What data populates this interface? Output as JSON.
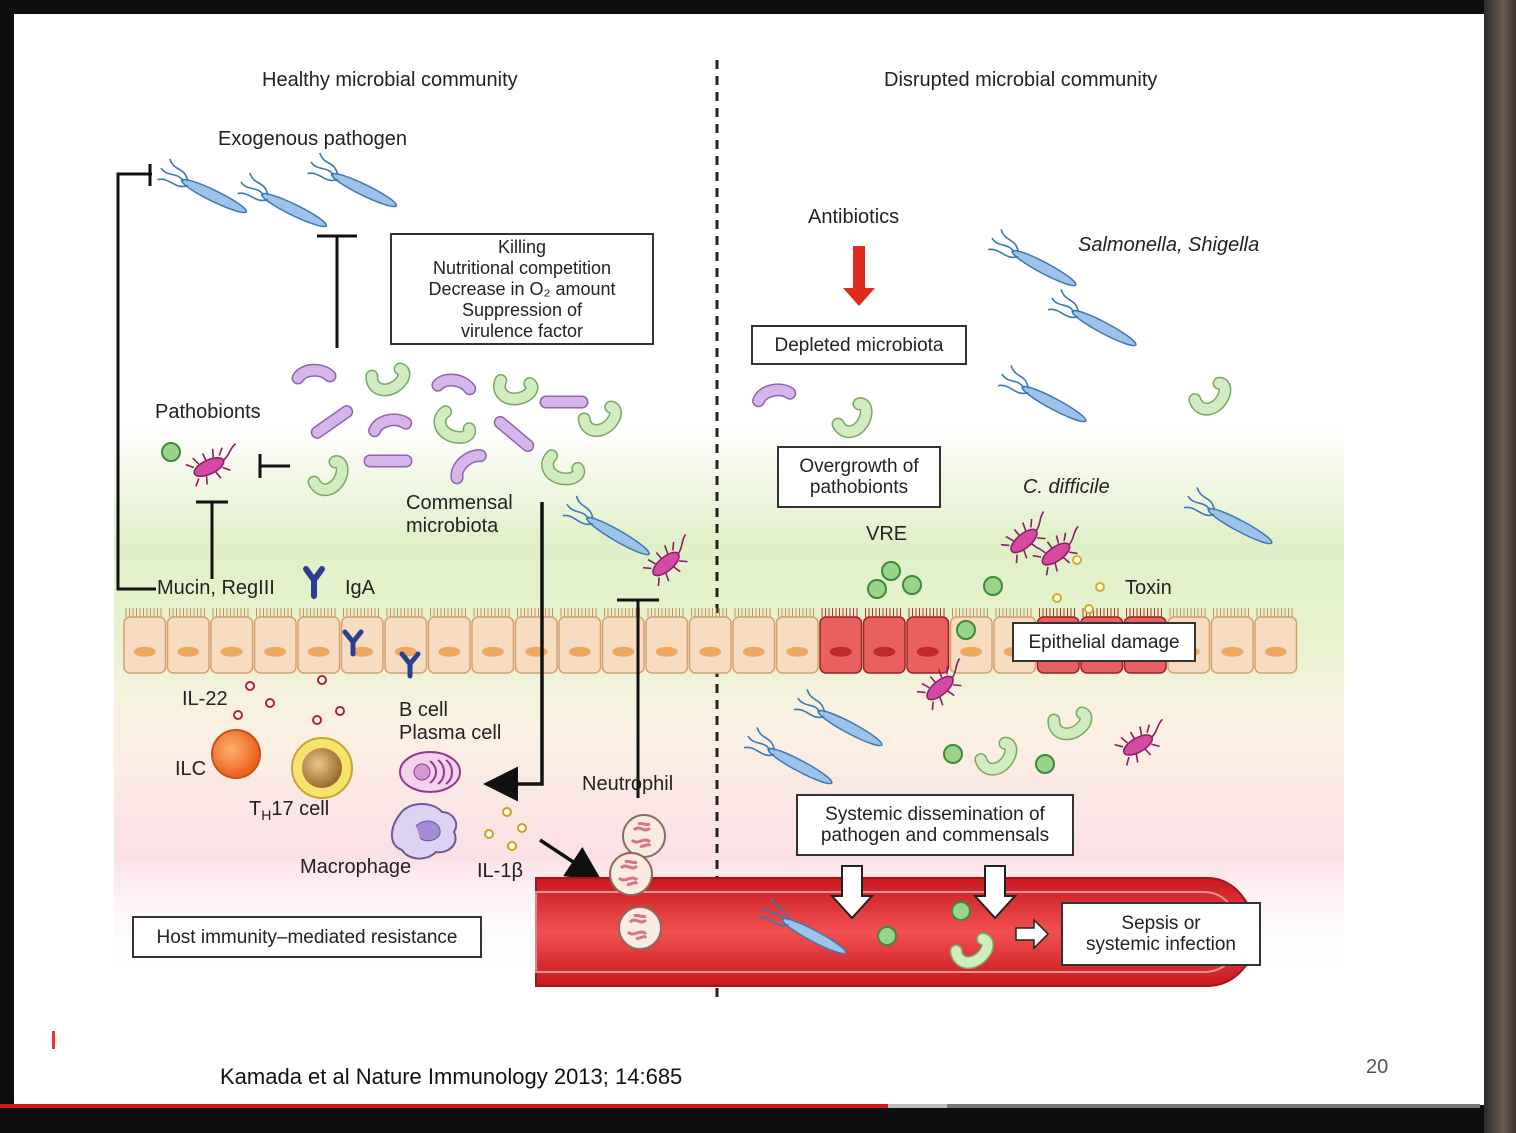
{
  "panels": {
    "left_title": "Healthy microbial community",
    "right_title": "Disrupted microbial community"
  },
  "left": {
    "exogenous_pathogen": "Exogenous pathogen",
    "mechanisms_box": [
      "Killing",
      "Nutritional competition",
      "Decrease in O₂ amount",
      "Suppression of",
      "virulence factor"
    ],
    "pathobionts": "Pathobionts",
    "commensal_microbiota": [
      "Commensal",
      "microbiota"
    ],
    "mucin": "Mucin, RegIII",
    "iga": "IgA",
    "il22": "IL-22",
    "ilc": "ILC",
    "th17": "Tₕ 17 cell",
    "th17_main": "T",
    "th17_sub": "H",
    "th17_rest": "17 cell",
    "b_cell": [
      "B cell",
      "Plasma cell"
    ],
    "macrophage": "Macrophage",
    "il1b": "IL-1β",
    "neutrophil": "Neutrophil",
    "host_box": "Host immunity–mediated resistance"
  },
  "right": {
    "antibiotics": "Antibiotics",
    "depleted_box": "Depleted microbiota",
    "salmonella": "Salmonella, Shigella",
    "overgrowth_box": [
      "Overgrowth of",
      "pathobionts"
    ],
    "c_difficile": "C. difficile",
    "vre": "VRE",
    "toxin": "Toxin",
    "epithelial_box": "Epithelial damage",
    "systemic_box": [
      "Systemic dissemination of",
      "pathogen and commensals"
    ],
    "sepsis_box": [
      "Sepsis or",
      "systemic infection"
    ]
  },
  "footer": {
    "citation": "Kamada et al Nature Immunology 2013; 14:685",
    "page_number": "20"
  },
  "video": {
    "progress_fraction": 0.6,
    "buffered_fraction": 0.64
  },
  "colors": {
    "pathogen": "#7fb0dc",
    "commensal_green": "#bfe3b0",
    "commensal_purple": "#c8a3dc",
    "pathobiont": "#c43a8f",
    "vessel": "#d8222a",
    "cell_body": "#f6dcc0",
    "damaged_cell": "#e25a5a",
    "progress": "#d31a1a"
  }
}
